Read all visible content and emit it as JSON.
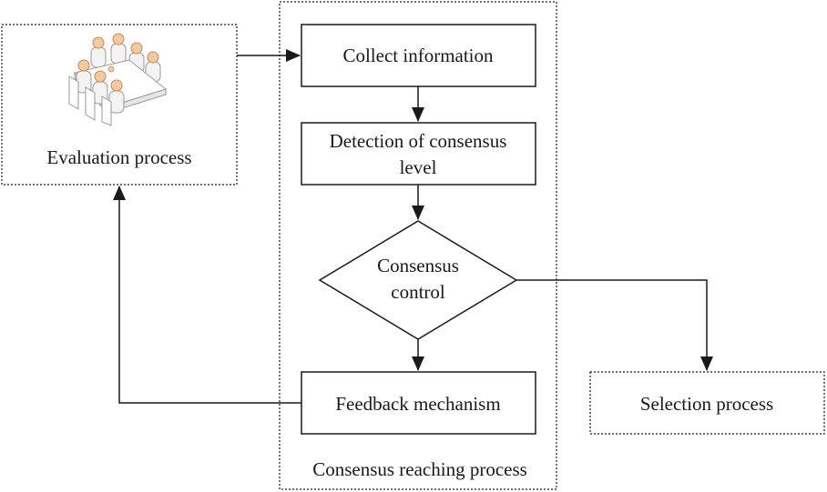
{
  "nodes": {
    "evaluation": {
      "label": "Evaluation process"
    },
    "collect": {
      "label": "Collect information"
    },
    "detection": {
      "line1": "Detection of consensus",
      "line2": "level"
    },
    "control": {
      "line1": "Consensus",
      "line2": "control"
    },
    "feedback": {
      "label": "Feedback mechanism"
    },
    "selection": {
      "label": "Selection process"
    }
  },
  "groups": {
    "consensus_reaching": {
      "label": "Consensus reaching process"
    }
  },
  "icons": {
    "evaluation": "meeting-people-icon"
  },
  "colors": {
    "stroke": "#1a1a1a",
    "person_head": "#f2c9a0",
    "person_head_stroke": "#c88a57",
    "person_body": "#f3f3f3",
    "person_body_stroke": "#9a9a9a"
  }
}
